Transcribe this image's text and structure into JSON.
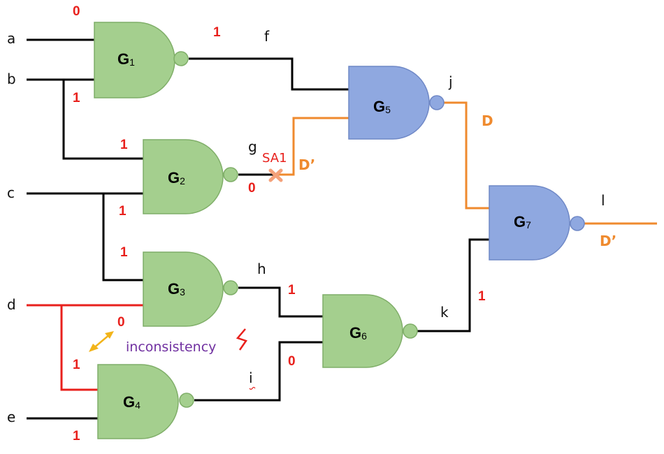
{
  "colors": {
    "wire_normal": "#000000",
    "wire_fault_path": "#ef8a2e",
    "wire_conflict": "#e8201c",
    "gate_green_fill": "#a4cf8e",
    "gate_green_stroke": "#7fae68",
    "gate_blue_fill": "#8fa8e0",
    "gate_blue_stroke": "#6f88c6",
    "value_text": "#e8201c",
    "d_text": "#ef8a2e",
    "inconsistency_text": "#7030a0",
    "arrow": "#f2b41a"
  },
  "signals": {
    "a": "a",
    "b": "b",
    "c": "c",
    "d": "d",
    "e": "e",
    "f": "f",
    "g": "g",
    "h": "h",
    "i": "i",
    "j": "j",
    "k": "k",
    "l": "l"
  },
  "gates": {
    "g1": {
      "letter": "G",
      "index": "1"
    },
    "g2": {
      "letter": "G",
      "index": "2"
    },
    "g3": {
      "letter": "G",
      "index": "3"
    },
    "g4": {
      "letter": "G",
      "index": "4"
    },
    "g5": {
      "letter": "G",
      "index": "5"
    },
    "g6": {
      "letter": "G",
      "index": "6"
    },
    "g7": {
      "letter": "G",
      "index": "7"
    }
  },
  "values": {
    "g1_in_a": "0",
    "g1_out": "1",
    "g1_in_b": "1",
    "g2_in_b": "1",
    "g2_out": "0",
    "g2_in_c": "1",
    "g3_in_c": "1",
    "g3_in_d": "0",
    "g4_in_d": "1",
    "g4_in_e": "1",
    "g6_in_h": "1",
    "g6_in_i": "0",
    "g7_in_k": "1"
  },
  "d_labels": {
    "g_after_fault": "D’",
    "j_out": "D",
    "l_out": "D’"
  },
  "fault": {
    "label": "SA1",
    "icon": "cross-icon"
  },
  "annotation": {
    "text": "inconsistency",
    "arrow_icon": "double-arrow-icon",
    "conflict_icon": "lightning-icon"
  }
}
